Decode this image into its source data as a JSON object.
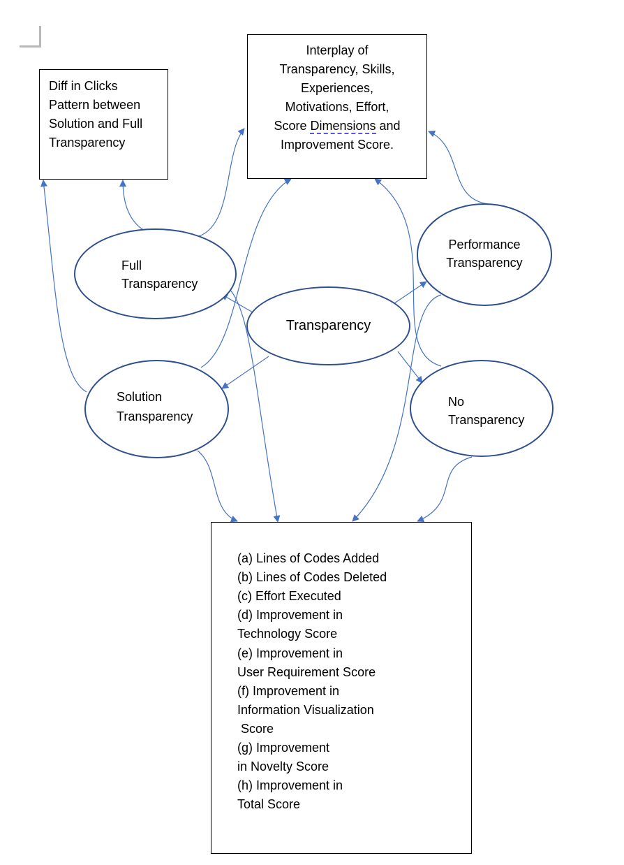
{
  "boxes": {
    "diff_clicks": [
      "Diff in Clicks",
      "Pattern between",
      "Solution and Full",
      "Transparency"
    ],
    "interplay": {
      "line1": "Interplay of",
      "line2": "Transparency, Skills,",
      "line3": "Experiences,",
      "line4": "Motivations, Effort,",
      "line5_pre": "Score ",
      "line5_mark": "Dimensions",
      "line5_post": " and",
      "line6": "Improvement Score."
    },
    "outcomes": [
      "(a) Lines of Codes Added",
      "(b) Lines of Codes Deleted",
      "(c) Effort Executed",
      "(d) Improvement in",
      "Technology Score",
      "(e) Improvement in",
      "User Requirement Score",
      "(f) Improvement in",
      "Information Visualization",
      " Score",
      "(g) Improvement",
      "in Novelty Score",
      "(h) Improvement in",
      "Total Score"
    ]
  },
  "nodes": {
    "transparency": "Transparency",
    "full": [
      "Full",
      "Transparency"
    ],
    "performance": [
      "Performance",
      "Transparency"
    ],
    "solution": [
      "Solution",
      "Transparency"
    ],
    "no": [
      "No",
      "Transparency"
    ]
  },
  "colors": {
    "arrow": "#4472c4",
    "ellipse_stroke": "#2f4f8f",
    "box_stroke": "#000000",
    "spellcheck_underline": "#5a5ad6"
  }
}
